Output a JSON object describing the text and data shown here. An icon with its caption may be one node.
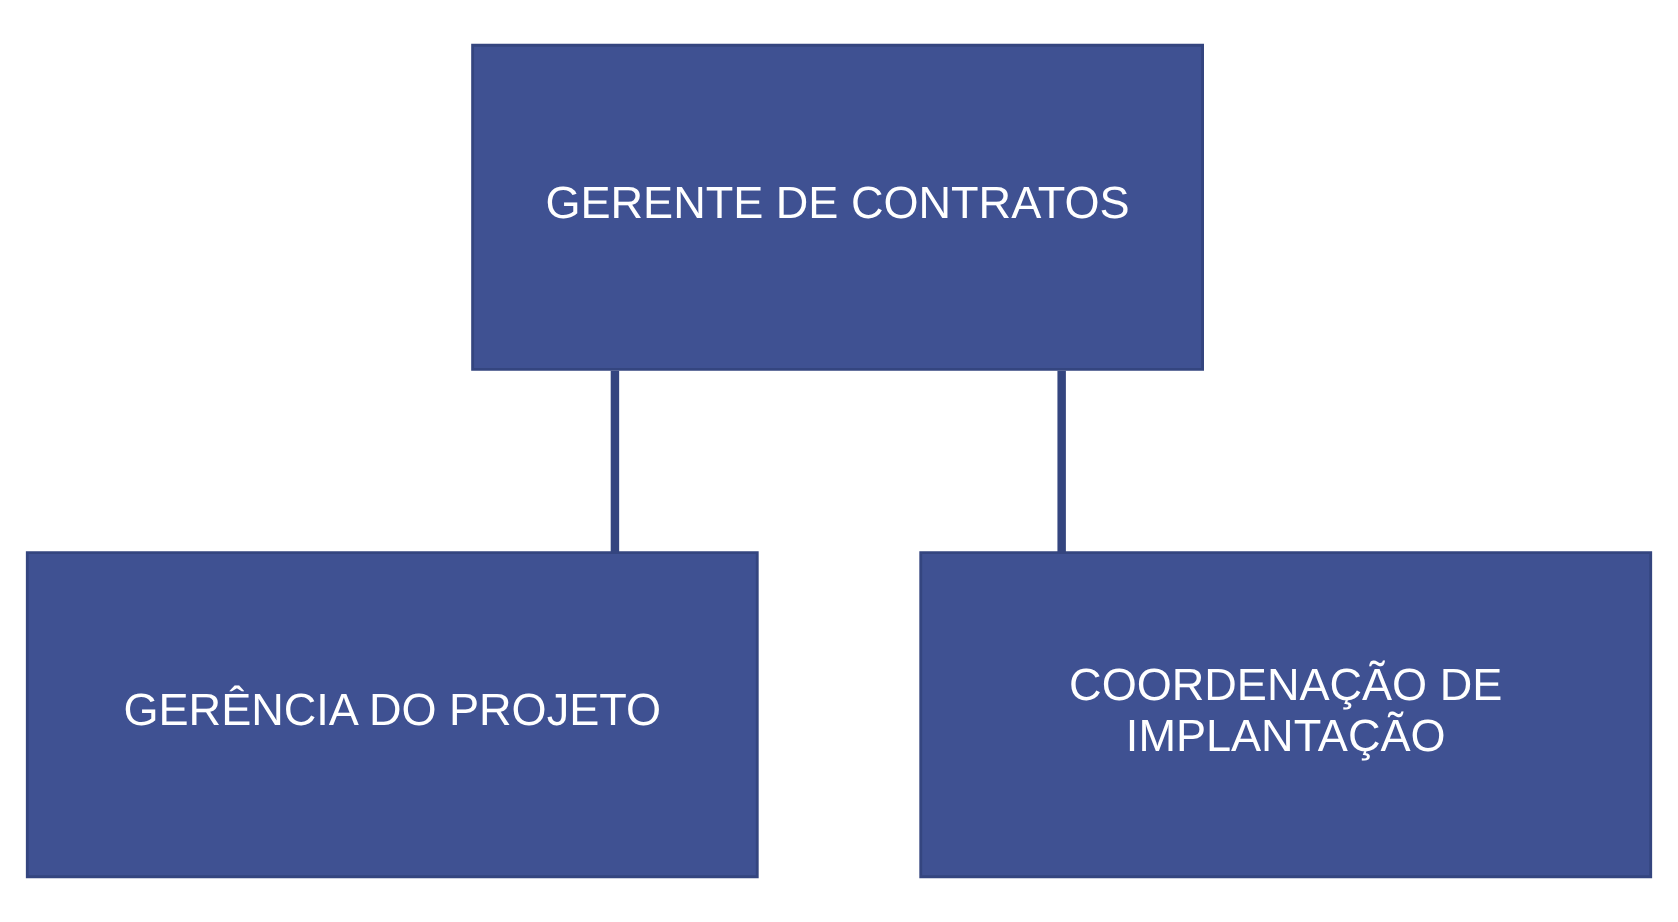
{
  "diagram": {
    "nodes": [
      {
        "text": [
          "GERENTE DE CONTRATOS"
        ]
      },
      {
        "text": [
          "GERÊNCIA DO PROJETO"
        ]
      },
      {
        "text": [
          "COORDENAÇÃO DE IMPLANTAÇÃO"
        ]
      }
    ],
    "edges": [
      {
        "from": 0,
        "to": 1,
        "arrow": "none"
      },
      {
        "from": 0,
        "to": 2,
        "arrow": "none"
      }
    ]
  }
}
